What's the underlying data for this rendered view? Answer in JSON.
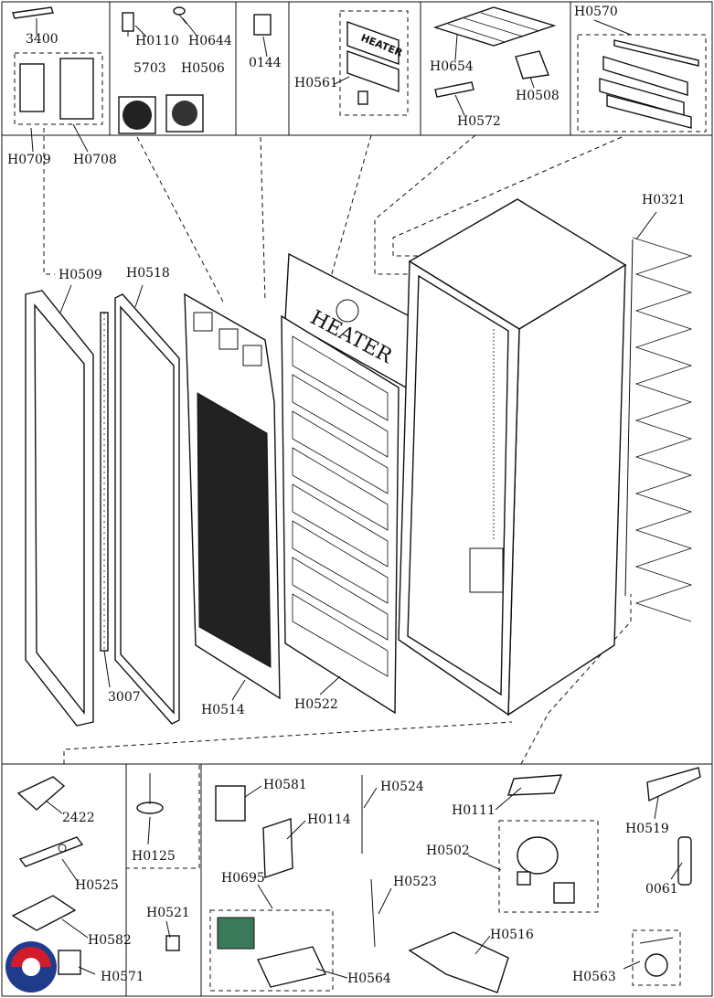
{
  "diagram": {
    "labels": {
      "p3400": "3400",
      "h0110": "H0110",
      "h0644": "H0644",
      "p0144": "0144",
      "h0561": "H0561",
      "h0654": "H0654",
      "h0570": "H0570",
      "h0508": "H0508",
      "h0572": "H0572",
      "p5703": "5703",
      "h0506": "H0506",
      "h0709": "H0709",
      "h0708": "H0708",
      "h0321": "H0321",
      "h0509": "H0509",
      "h0518": "H0518",
      "p3007": "3007",
      "h0514": "H0514",
      "h0522": "H0522",
      "p2422": "2422",
      "h0525": "H0525",
      "h0582": "H0582",
      "h0571": "H0571",
      "h0125": "H0125",
      "h0581": "H0581",
      "h0524": "H0524",
      "h0111": "H0111",
      "h0519": "H0519",
      "h0114": "H0114",
      "h0502": "H0502",
      "h0695": "H0695",
      "h0523": "H0523",
      "p0061": "0061",
      "h0521": "H0521",
      "h0516": "H0516",
      "h0564": "H0564",
      "h0563": "H0563"
    },
    "heater_text": "HEATER"
  }
}
